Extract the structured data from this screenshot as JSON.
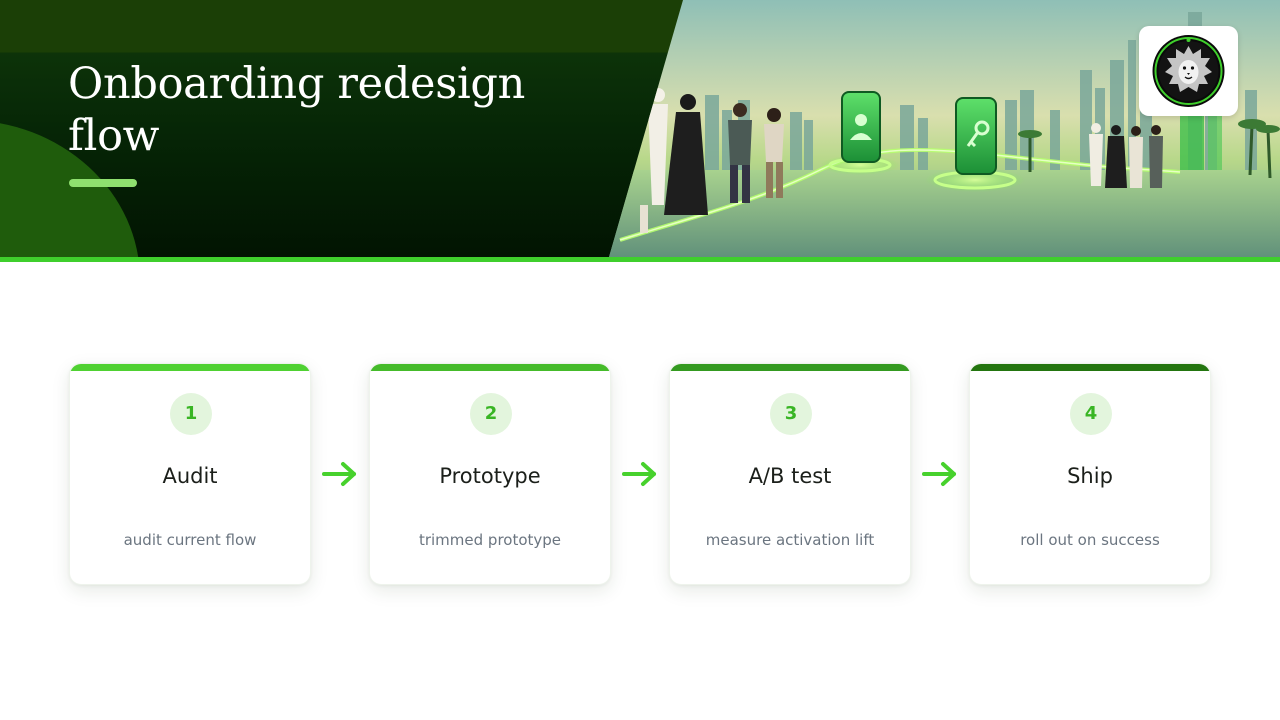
{
  "slide": {
    "title": "Onboarding redesign flow"
  },
  "logo": {
    "icon": "lion-emblem-icon"
  },
  "hero": {
    "icon": "city-walkway-illustration"
  },
  "colors": {
    "accent": "#3fcf2c",
    "accent_light": "#8fe06f",
    "header_dark": "#062606",
    "step_bars": [
      "#4fd132",
      "#45bb2a",
      "#349a20",
      "#23750f"
    ],
    "arrow": "#47d12d"
  },
  "steps": [
    {
      "number": "1",
      "title": "Audit",
      "description": "audit current flow"
    },
    {
      "number": "2",
      "title": "Prototype",
      "description": "trimmed prototype"
    },
    {
      "number": "3",
      "title": "A/B test",
      "description": "measure activation lift"
    },
    {
      "number": "4",
      "title": "Ship",
      "description": "roll out on success"
    }
  ],
  "connectors": [
    {
      "icon": "arrow-right-icon"
    },
    {
      "icon": "arrow-right-icon"
    },
    {
      "icon": "arrow-right-icon"
    }
  ]
}
